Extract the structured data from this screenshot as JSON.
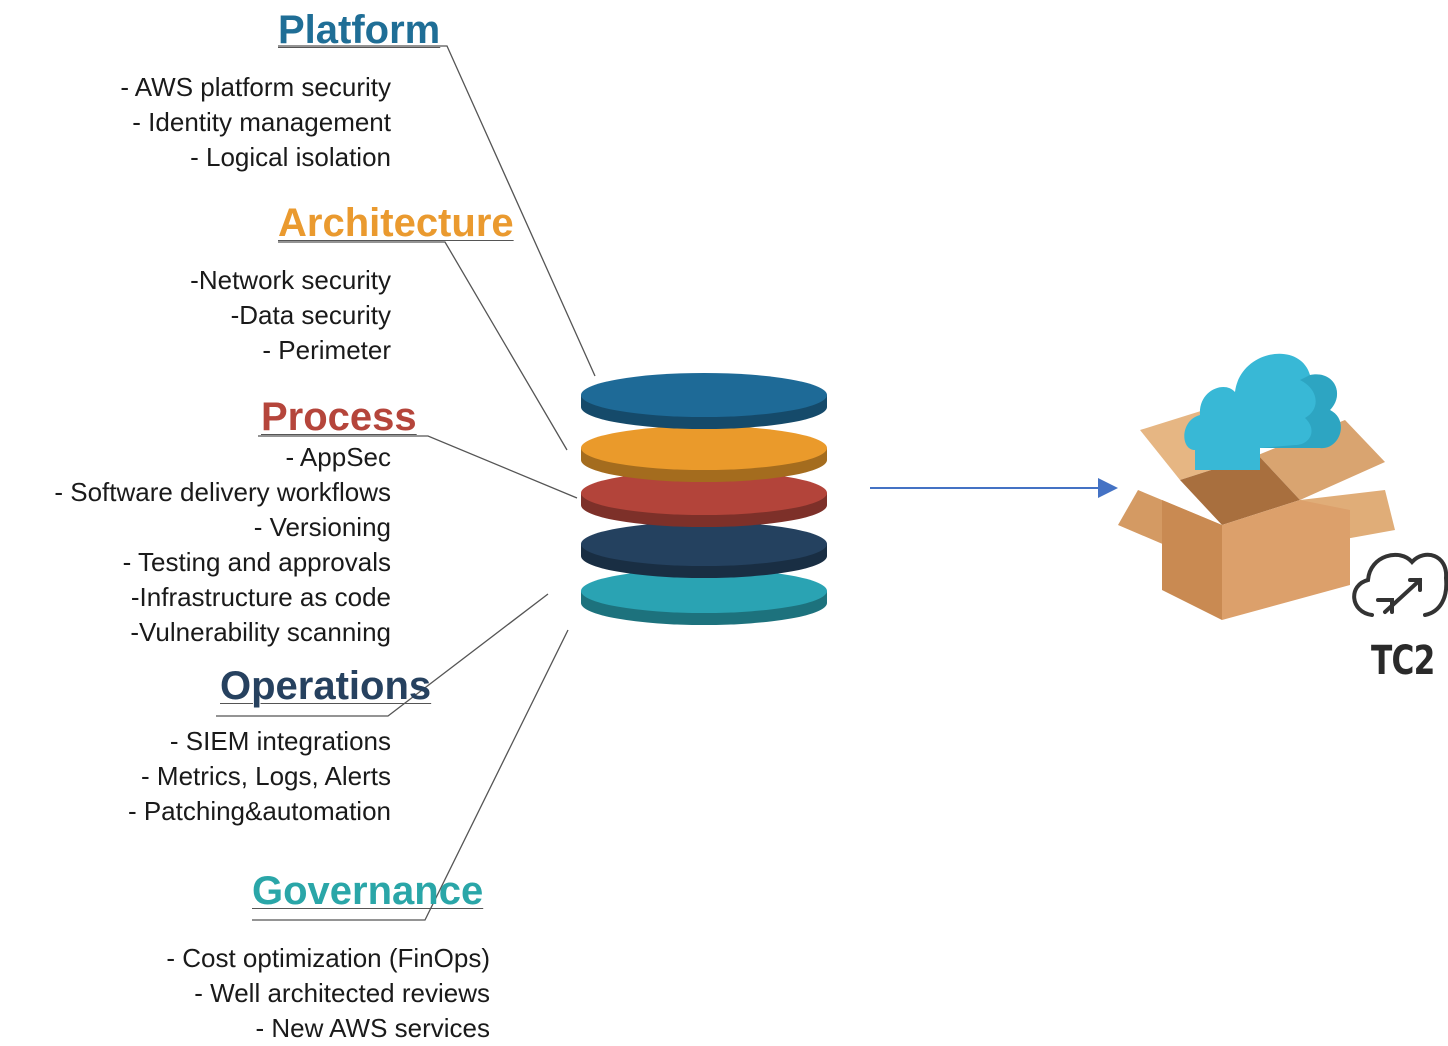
{
  "sections": {
    "platform": {
      "title": "Platform",
      "color": "#1f6e96",
      "items": [
        "- AWS platform security",
        "- Identity management",
        "- Logical isolation"
      ]
    },
    "architecture": {
      "title": "Architecture",
      "color": "#ea9a2f",
      "items": [
        "-Network security",
        "-Data security",
        "- Perimeter"
      ]
    },
    "process": {
      "title": "Process",
      "color": "#b5453b",
      "items": [
        "- AppSec",
        "- Software delivery workflows",
        "- Versioning",
        "- Testing and approvals",
        "-Infrastructure as code",
        "-Vulnerability scanning"
      ]
    },
    "operations": {
      "title": "Operations",
      "color": "#26415f",
      "items": [
        "- SIEM integrations",
        "- Metrics, Logs, Alerts",
        "- Patching&automation"
      ]
    },
    "governance": {
      "title": "Governance",
      "color": "#2aa6a8",
      "items": [
        "- Cost optimization (FinOps)",
        "- Well architected reviews",
        "- New AWS services"
      ]
    }
  },
  "stack_colors": [
    "#1e6a97",
    "#ea9a2b",
    "#b3443a",
    "#24415f",
    "#2aa3b3"
  ],
  "arrow_color": "#4472c4",
  "logo": {
    "label": "TC2",
    "icon": "cloud-box-icon",
    "badge_icon": "tc2-cloud-sync-icon"
  }
}
